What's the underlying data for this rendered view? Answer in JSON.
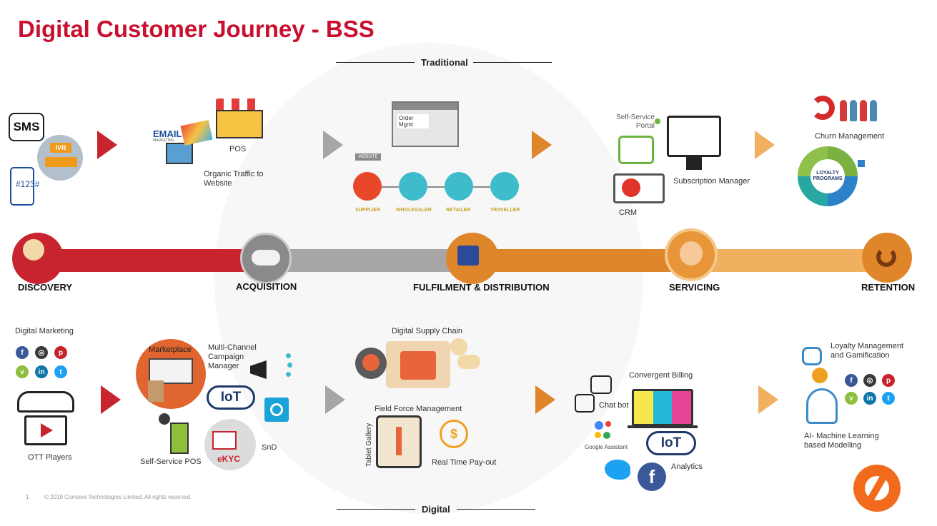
{
  "title": "Digital Customer Journey - BSS",
  "sections": {
    "traditional": "Traditional",
    "digital": "Digital"
  },
  "colors": {
    "discovery": "#c8242f",
    "acquisition": "#a6a6a6",
    "fulfilment": "#e0862a",
    "servicing": "#e9963a",
    "retention": "#f0b060",
    "title": "#c8102e"
  },
  "stages": [
    {
      "label": "DISCOVERY",
      "icon": "discovery-people-icon"
    },
    {
      "label": "ACQUISITION",
      "icon": "handshake-icon"
    },
    {
      "label": "FULFILMENT & DISTRIBUTION",
      "icon": "delivery-truck-icon"
    },
    {
      "label": "SERVICING",
      "icon": "customer-service-icon"
    },
    {
      "label": "RETENTION",
      "icon": "retention-magnet-icon"
    }
  ],
  "traditional": {
    "discovery": {
      "sms": "SMS",
      "ivr": "IVR",
      "ussd": "#123#"
    },
    "acquisition": {
      "email": "EMAIL",
      "email_sub": "MARKETING",
      "pos": "POS",
      "organic": "Organic Traffic to Website"
    },
    "fulfilment": {
      "order": "Order Mgmt",
      "website": "WEBSITE",
      "chain": [
        "SUPPLIER",
        "WHOLESALER",
        "RETAILER",
        "TRAVELLER"
      ]
    },
    "servicing": {
      "portal": "Self-Service Portal",
      "subscription": "Subscription Manager",
      "crm": "CRM"
    },
    "retention": {
      "churn": "Churn Management",
      "loyalty": "LOYALTY PROGRAMS"
    }
  },
  "digital": {
    "discovery": {
      "marketing": "Digital Marketing",
      "ott": "OTT Players"
    },
    "acquisition": {
      "marketplace": "Marketplace",
      "campaign": "Multi-Channel Campaign Manager",
      "iot": "IoT",
      "kiosk": "Self-Service POS",
      "ekyc": "eKYC",
      "snd": "SnD"
    },
    "fulfilment": {
      "supply": "Digital Supply Chain",
      "field": "Field Force Management",
      "tablet": "Tablet Gallery",
      "payout": "Real Time Pay-out"
    },
    "servicing": {
      "billing": "Convergent Billing",
      "chatbot": "Chat bot",
      "assistant": "Google Assistant",
      "iot": "IoT",
      "analytics": "Analytics"
    },
    "retention": {
      "loyalty": "Loyalty Management and Gamification",
      "ai": "AI- Machine Learning based Modelling"
    }
  },
  "footer": {
    "page": "1",
    "copyright": "© 2019 Comviva Technologies Limited. All rights reserved."
  }
}
